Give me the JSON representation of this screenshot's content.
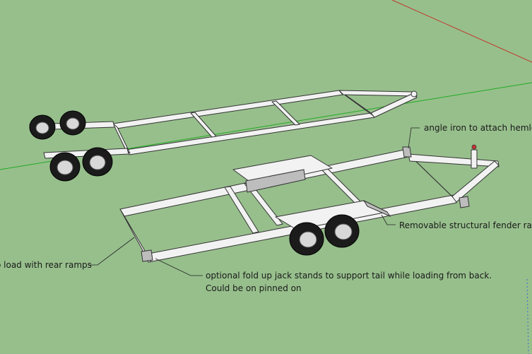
{
  "annotations": {
    "angle_iron": "angle iron to attach hemlock",
    "fender_ramps": "Removable structural fender ramps",
    "rear_ramps": "o load with rear ramps",
    "jack_line1": "optional fold up jack stands to support tail while loading from back.",
    "jack_line2": "Could be on pinned on"
  },
  "colors": {
    "ground": "#97bf8c",
    "frame": "#f2f2f2",
    "outline": "#333333",
    "tire": "#1b1b1b",
    "axis_red": "#c0392b",
    "axis_green": "#22aa22"
  }
}
